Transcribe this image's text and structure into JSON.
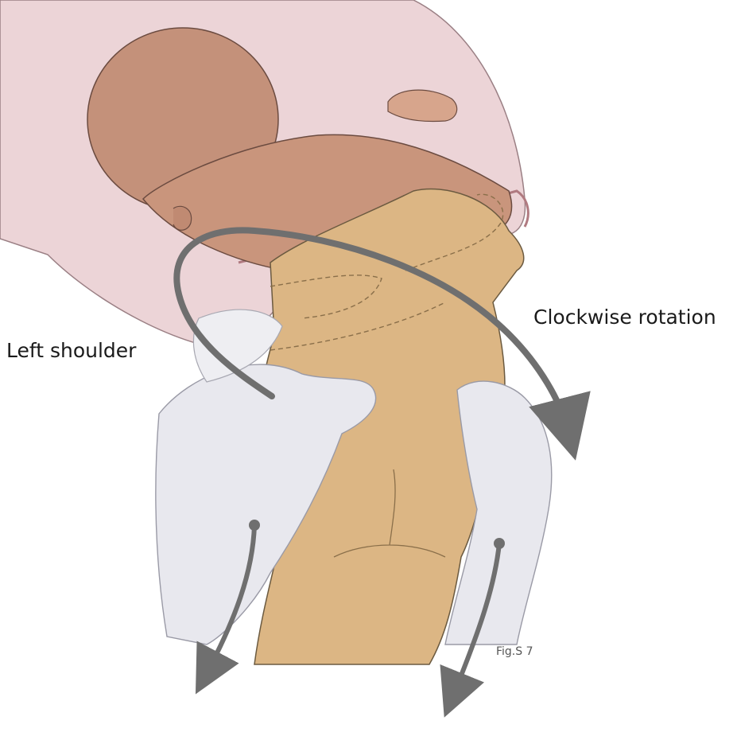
{
  "labels": {
    "left_shoulder": "Left shoulder",
    "clockwise_rotation": "Clockwise rotation",
    "figure_id": "Fig.S 7"
  },
  "colors": {
    "maternal_tissue": "#e9cfd2",
    "baby_upper_skin": "#c9957c",
    "baby_lower_skin": "#dcb684",
    "gloved_hands": "#e8e8ee",
    "arrows": "#6f6f6f",
    "outline": "#5a4a42"
  },
  "icons": {
    "rotation_arrow": "curved-clockwise-arrow-icon",
    "pull_arrows": "downward-traction-arrow-icon"
  }
}
